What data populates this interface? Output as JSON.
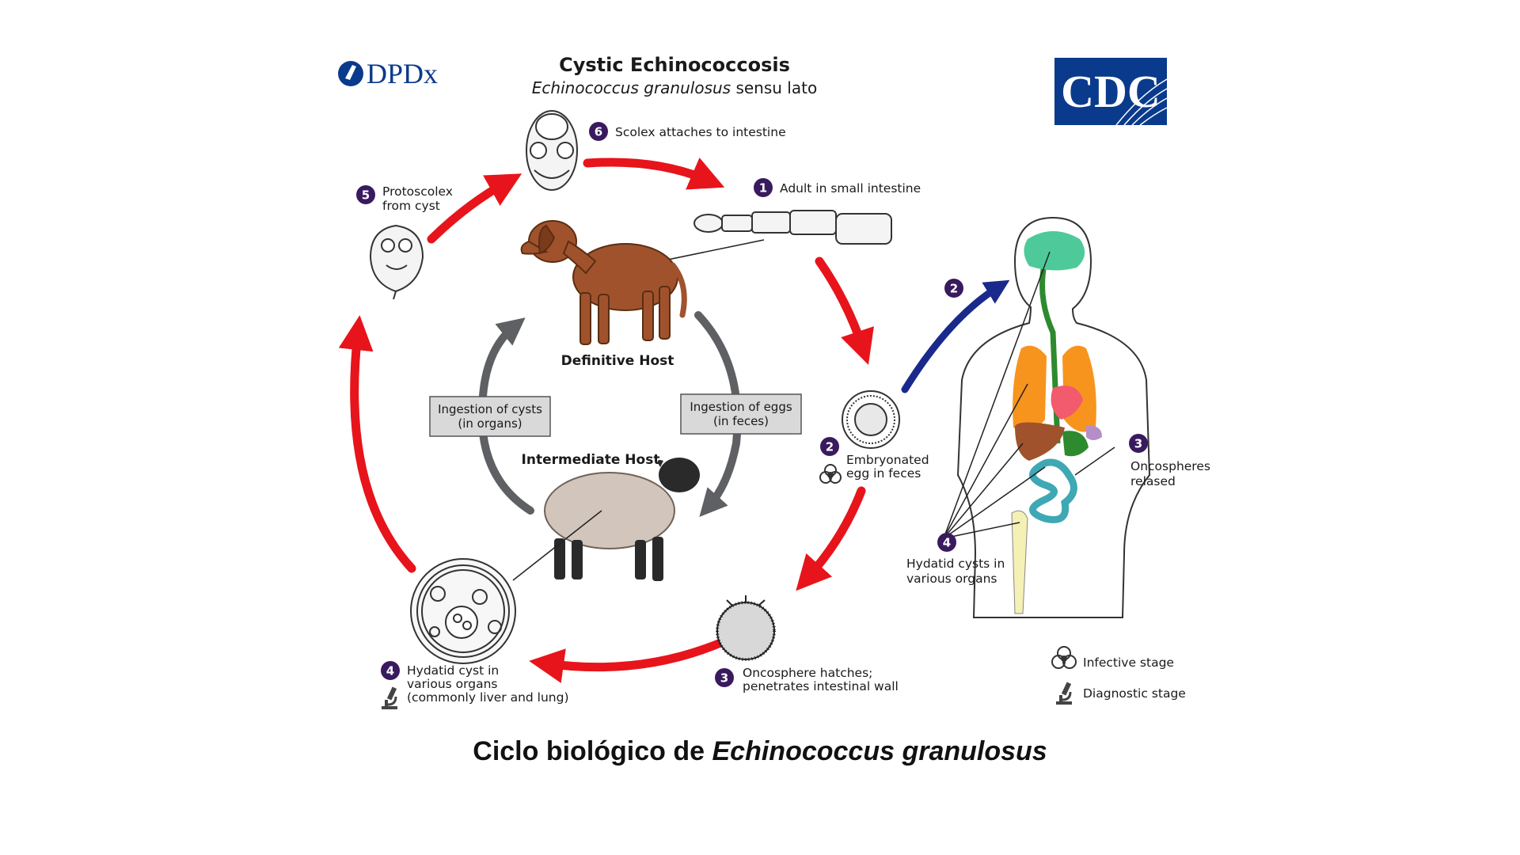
{
  "header": {
    "title": "Cystic Echinococcosis",
    "subtitle_italic": "Echinococcus granulosus",
    "subtitle_rest": " sensu lato",
    "dpdx_logo": "DPDx",
    "cdc_logo": "CDC"
  },
  "stages": {
    "s1": {
      "num": "1",
      "line1": "Adult in small intestine"
    },
    "s2": {
      "num": "2",
      "line1": "Embryonated",
      "line2": "egg in feces"
    },
    "s3": {
      "num": "3",
      "line1": "Oncosphere hatches;",
      "line2": "penetrates intestinal wall"
    },
    "s4": {
      "num": "4",
      "line1": "Hydatid cyst in",
      "line2": "various organs",
      "line3": "(commonly liver and lung)"
    },
    "s5": {
      "num": "5",
      "line1": "Protoscolex",
      "line2": "from cyst"
    },
    "s6": {
      "num": "6",
      "line1": "Scolex attaches to intestine"
    }
  },
  "hosts": {
    "definitive": "Definitive Host",
    "intermediate": "Intermediate Host"
  },
  "boxes": {
    "cysts": {
      "line1": "Ingestion of cysts",
      "line2": "(in organs)"
    },
    "eggs": {
      "line1": "Ingestion of eggs",
      "line2": "(in feces)"
    }
  },
  "human": {
    "s2": {
      "num": "2"
    },
    "s3": {
      "num": "3",
      "line1": "Oncospheres",
      "line2": "relased"
    },
    "s4": {
      "num": "4",
      "line1": "Hydatid cysts in",
      "line2": "various organs"
    }
  },
  "legend": {
    "infective": "Infective stage",
    "diagnostic": "Diagnostic stage"
  },
  "caption": {
    "prefix": "Ciclo biológico de ",
    "italic": "Echinococcus granulosus"
  },
  "colors": {
    "cycle_arrow": "#e8141b",
    "host_arrow": "#5e6063",
    "human_arrow": "#1a2a8c",
    "number_badge": "#3a1a5e",
    "cdc_blue": "#0a3a8c"
  },
  "icons": {
    "biohazard": "biohazard-icon",
    "microscope": "microscope-icon"
  }
}
